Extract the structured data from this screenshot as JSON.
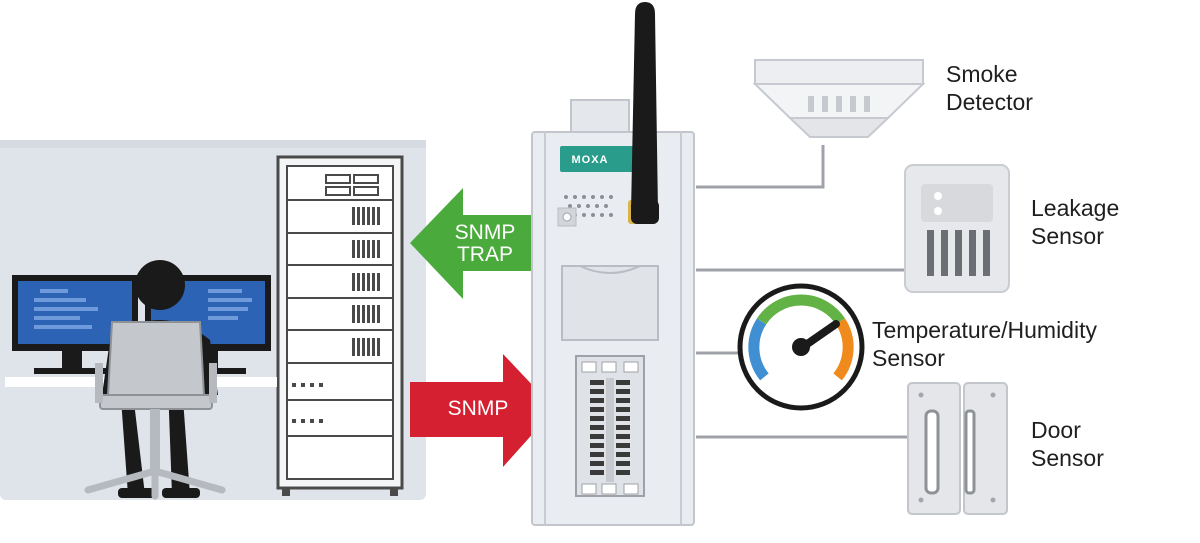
{
  "arrows": {
    "snmp_trap": {
      "line1": "SNMP",
      "line2": "TRAP",
      "color": "#4aaa3c"
    },
    "snmp": {
      "label": "SNMP",
      "color": "#d42031"
    }
  },
  "device": {
    "brand": "MOXA",
    "brand_color": "#2a9c8c"
  },
  "sensors": {
    "smoke": {
      "line1": "Smoke",
      "line2": "Detector"
    },
    "leakage": {
      "line1": "Leakage",
      "line2": "Sensor"
    },
    "temperature": {
      "line1": "Temperature/Humidity",
      "line2": "Sensor"
    },
    "door": {
      "line1": "Door",
      "line2": "Sensor"
    }
  },
  "colors": {
    "room_bg": "#dfe3ea",
    "device_body": "#e9ecf0",
    "gauge_blue": "#3f8fd2",
    "gauge_green": "#63b246",
    "gauge_orange": "#f08a1d",
    "monitor_screen": "#2d63b5"
  }
}
